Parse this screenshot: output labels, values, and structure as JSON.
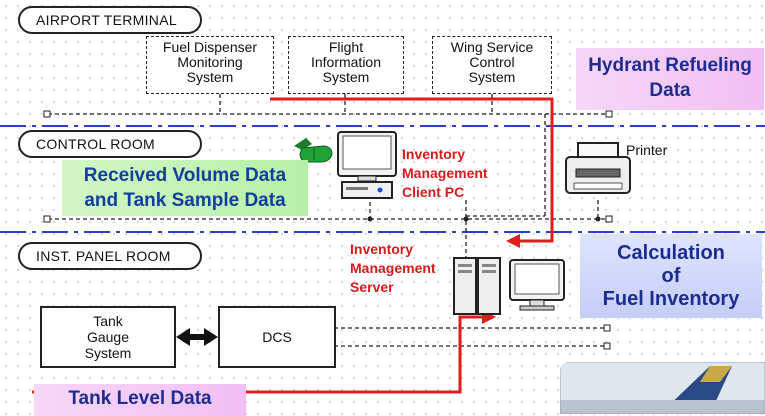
{
  "zones": {
    "airport_terminal": "AIRPORT TERMINAL",
    "control_room": "CONTROL ROOM",
    "inst_panel_room": "INST. PANEL ROOM"
  },
  "systems": {
    "fuel_dispenser": [
      "Fuel Dispenser",
      "Monitoring",
      "System"
    ],
    "flight_info": [
      "Flight",
      "Information",
      "System"
    ],
    "wing_service": [
      "Wing Service",
      "Control",
      "System"
    ],
    "tank_gauge": [
      "Tank",
      "Gauge",
      "System"
    ],
    "dcs": "DCS"
  },
  "red_labels": {
    "client_pc": [
      "Inventory",
      "Management",
      "Client PC"
    ],
    "server": [
      "Inventory",
      "Management",
      "Server"
    ]
  },
  "callouts": {
    "hydrant": [
      "Hydrant Refueling",
      "Data"
    ],
    "received": [
      "Received Volume Data",
      "and Tank Sample Data"
    ],
    "calculation": [
      "Calculation",
      "of",
      "Fuel Inventory"
    ],
    "tank_level": "Tank Level Data"
  },
  "printer_label": "Printer",
  "colors": {
    "red_flow": "#e21b1b",
    "zone_divider": "#2b3fc4",
    "callout_text": "#1c2c91"
  }
}
